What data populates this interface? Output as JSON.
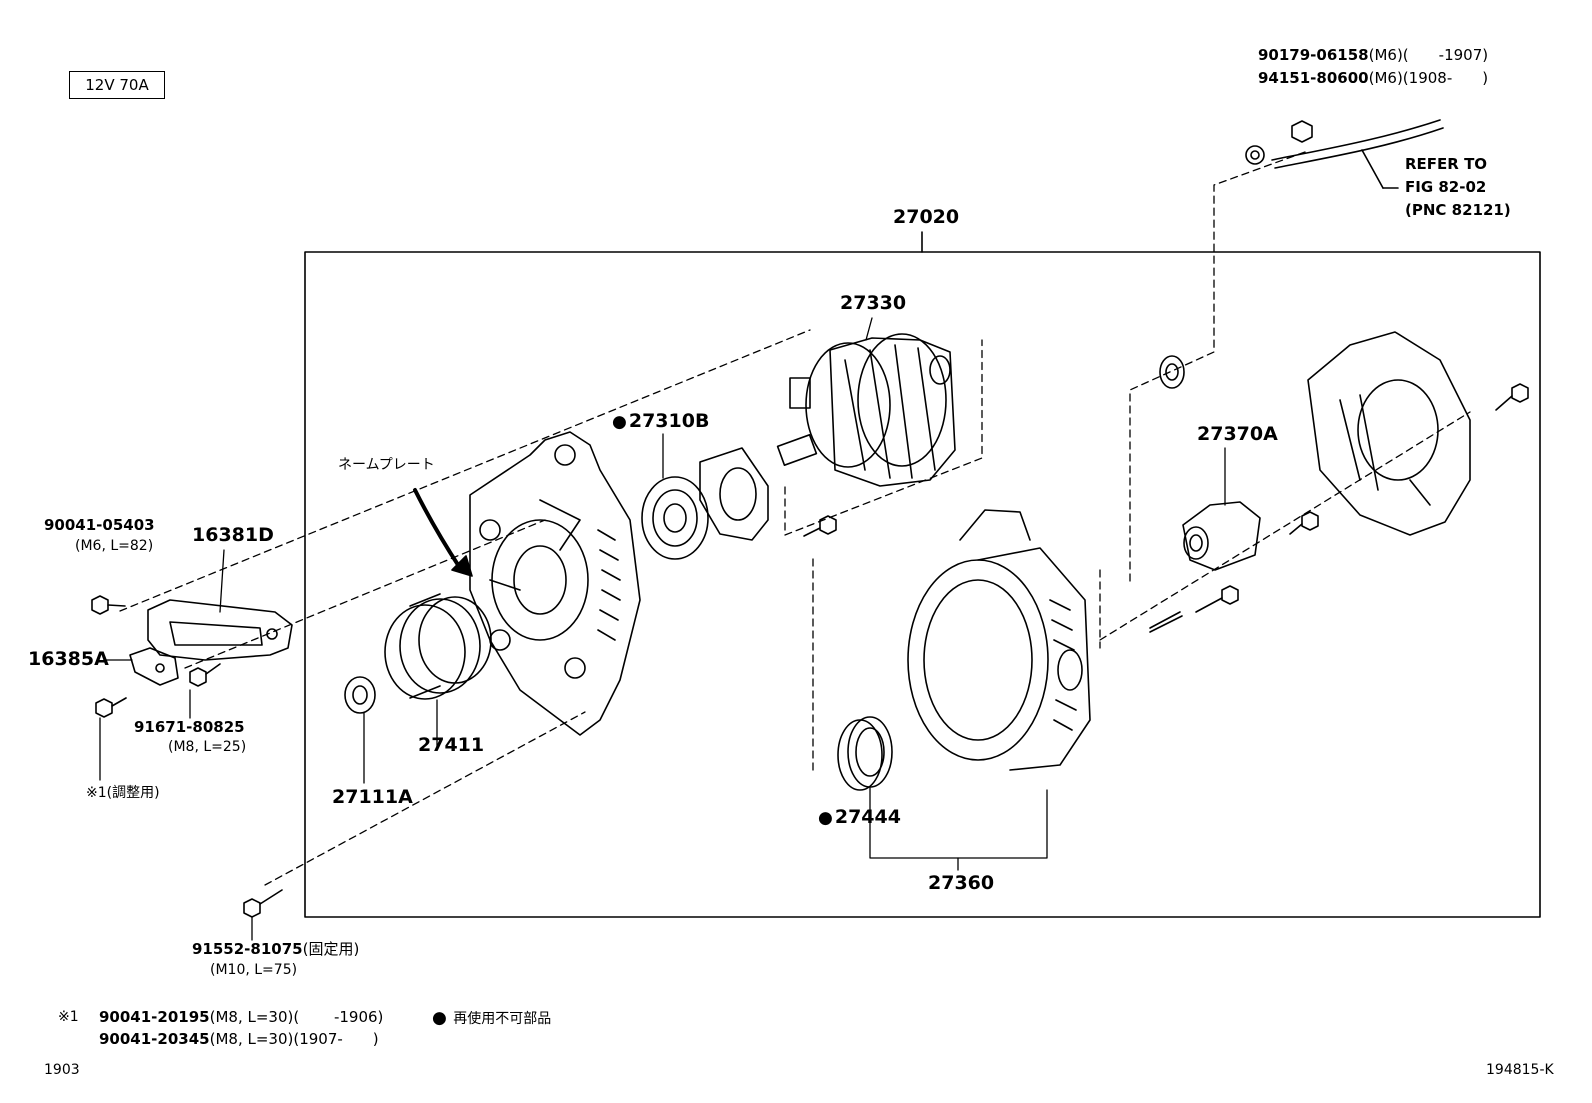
{
  "spec": "12V 70A",
  "assembly": {
    "number": "27020"
  },
  "parts": {
    "rotor": "27330",
    "bearing_front": "27310B",
    "regulator": "27370A",
    "bracket": "16381D",
    "bracket_sub": "16385A",
    "pulley": "27411",
    "nut": "27111A",
    "bearing_rear": "27444",
    "stator_group": "27360"
  },
  "bolts": {
    "b1": {
      "number": "90041-05403",
      "spec": "(M6, L=82)"
    },
    "b2": {
      "number": "91671-80825",
      "spec": "(M8, L=25)"
    },
    "b3": {
      "number": "91552-81075",
      "suffix": "(固定用)",
      "spec": "(M10, L=75)"
    }
  },
  "adjust_note": "※1(調整用)",
  "nameplate_label": "ネームプレート",
  "top_right": {
    "line1_part": "90179-06158",
    "line1_spec": "(M6)(　　-1907)",
    "line2_part": "94151-80600",
    "line2_spec": "(M6)(1908-　　)"
  },
  "refer": {
    "line1": "REFER TO",
    "line2": "FIG 82-02",
    "line3": "(PNC 82121)"
  },
  "footnote": {
    "marker": "※1",
    "line1_part": "90041-20195",
    "line1_spec": "(M8, L=30)(　　 -1906)",
    "line2_part": "90041-20345",
    "line2_spec": "(M8, L=30)(1907-　　)",
    "legend": "再使用不可部品"
  },
  "page_code": "1903",
  "figure_code": "194815-K"
}
